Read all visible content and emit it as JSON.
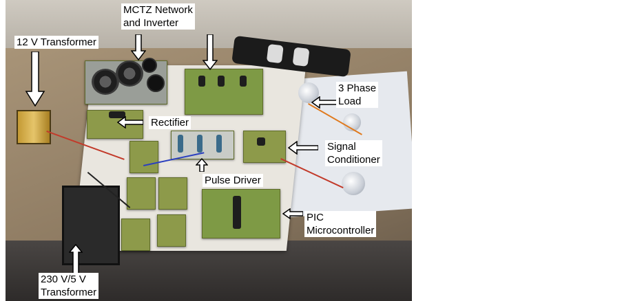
{
  "photo": {
    "description_icon": "hardware-setup-photo"
  },
  "labels": {
    "mctz": "MCTZ Network\nand Inverter",
    "mctz_line1": "MCTZ Network",
    "mctz_line2": "and Inverter",
    "transformer_12v": "12 V Transformer",
    "three_phase_line1": "3 Phase",
    "three_phase_line2": "Load",
    "rectifier": "Rectifier",
    "signal_line1": "Signal",
    "signal_line2": "Conditioner",
    "pulse_driver": "Pulse Driver",
    "pic_line1": "PIC",
    "pic_line2": "Microcontroller",
    "xfmr_line1": "230 V/5 V",
    "xfmr_line2": "Transformer"
  }
}
